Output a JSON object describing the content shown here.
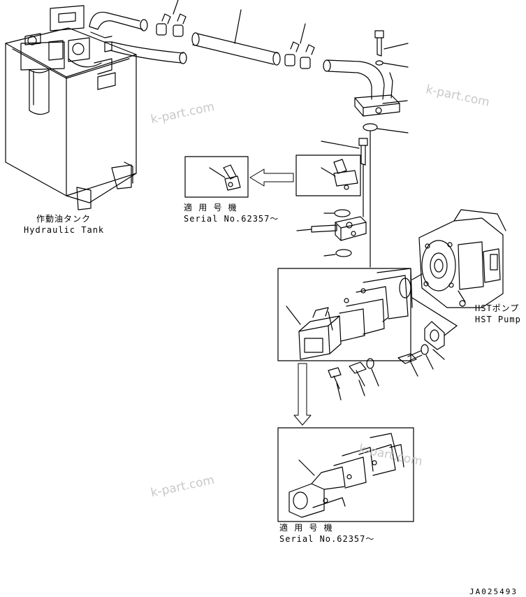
{
  "labels": {
    "tank_jp": "作動油タンク",
    "tank_en": "Hydraulic Tank",
    "serial_top_jp": "適 用 号 機",
    "serial_top_en": "Serial No.62357～",
    "pump_jp": "HSTポンプ",
    "pump_en": "HST Pump",
    "serial_bottom_jp": "適 用 号 機",
    "serial_bottom_en": "Serial No.62357～",
    "doc_code": "JA025493"
  },
  "watermarks": [
    "k-part.com",
    "k-part.com",
    "k-part.com",
    "k-part.com"
  ],
  "colors": {
    "line": "#000000",
    "watermark": "#c8c8c8",
    "background": "#ffffff"
  }
}
